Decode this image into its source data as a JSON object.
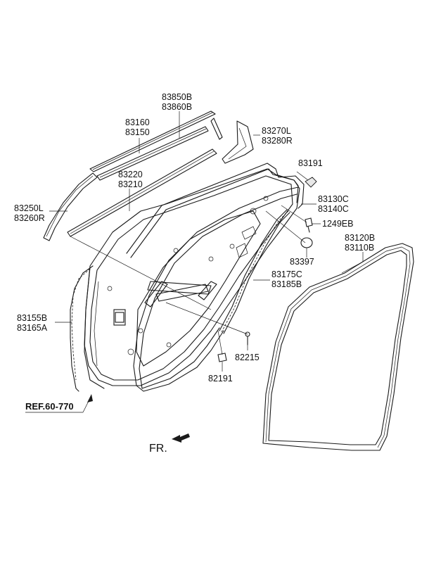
{
  "labels": {
    "p83850B": "83850B",
    "p83860B": "83860B",
    "p83160": "83160",
    "p83150": "83150",
    "p83270L": "83270L",
    "p83280R": "83280R",
    "p83220": "83220",
    "p83210": "83210",
    "p83191": "83191",
    "p83250L": "83250L",
    "p83260R": "83260R",
    "p83130C": "83130C",
    "p83140C": "83140C",
    "p1249EB": "1249EB",
    "p83120B": "83120B",
    "p83110B": "83110B",
    "p83397": "83397",
    "p83175C": "83175C",
    "p83185B": "83185B",
    "p83155B": "83155B",
    "p83165A": "83165A",
    "p82215": "82215",
    "p82191": "82191"
  },
  "reference": "REF.60-770",
  "direction": "FR."
}
